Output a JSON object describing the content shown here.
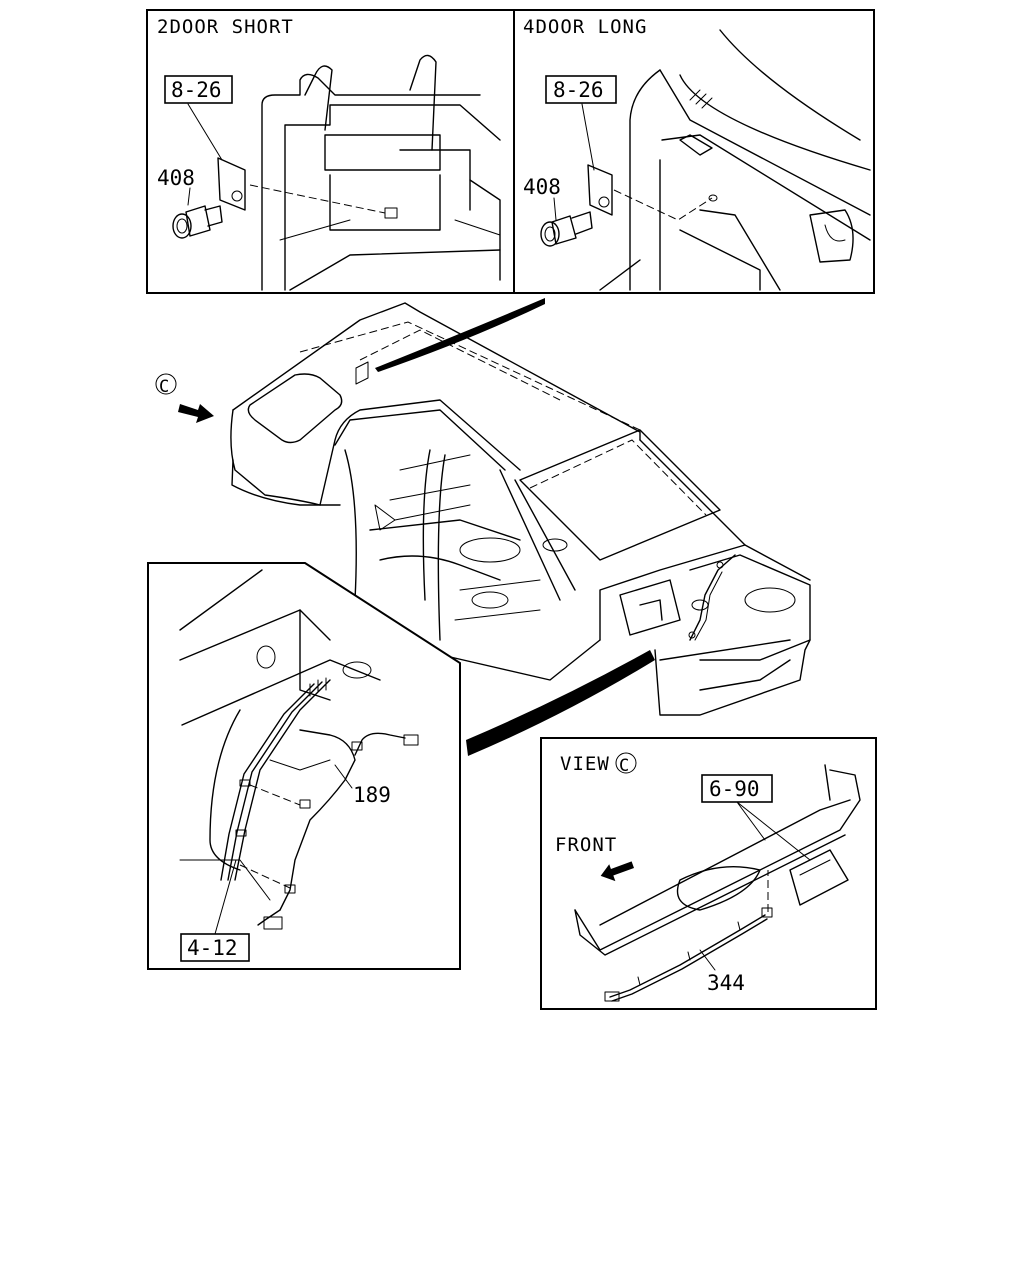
{
  "panels": {
    "top_left_title": "2DOOR SHORT",
    "top_right_title": "4DOOR LONG",
    "view_title": "VIEW",
    "view_symbol": "C"
  },
  "callouts": {
    "ref_8_26_left": "8-26",
    "ref_8_26_right": "8-26",
    "part_408_left": "408",
    "part_408_right": "408",
    "part_189": "189",
    "ref_4_12": "4-12",
    "ref_6_90": "6-90",
    "part_344": "344",
    "front_label": "FRONT",
    "view_marker": "C"
  }
}
